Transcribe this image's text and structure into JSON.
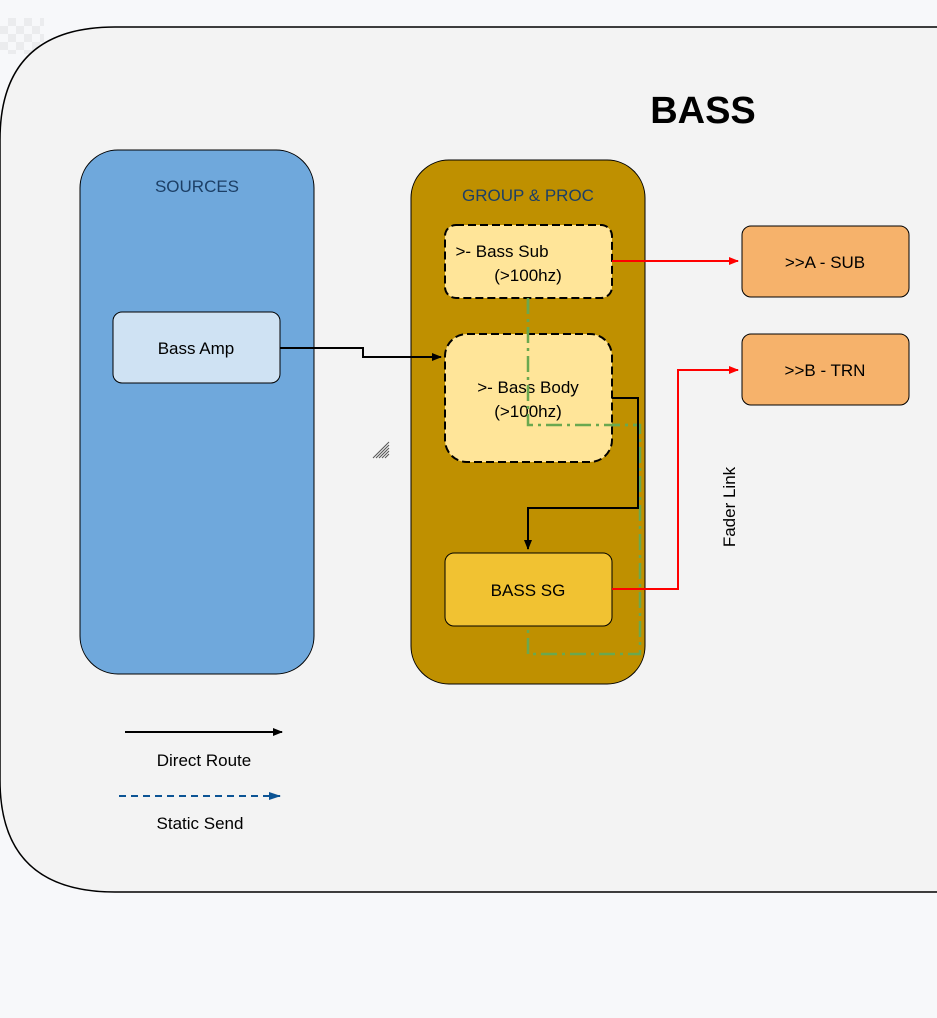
{
  "title": "BASS",
  "groups": {
    "sources": "SOURCES",
    "group_proc": "GROUP & PROC"
  },
  "nodes": {
    "bass_amp": "Bass Amp",
    "bass_sub_line1": ">- Bass Sub",
    "bass_sub_line2": "(>100hz)",
    "bass_body_line1": ">- Bass Body",
    "bass_body_line2": "(>100hz)",
    "bass_sg": "BASS SG",
    "out_a": ">>A - SUB",
    "out_b": ">>B - TRN"
  },
  "annotations": {
    "fader_link": "Fader Link"
  },
  "legend": {
    "direct_route": "Direct Route",
    "static_send": "Static Send"
  },
  "colors": {
    "sources_fill": "#6fa8dc",
    "group_fill": "#bf9000",
    "node_light": "#ffe599",
    "node_sg": "#f1c232",
    "output_fill": "#f6b26b",
    "amp_fill": "#cfe2f3",
    "red_route": "#ff0000",
    "fader_link_line": "#6aa84f",
    "static_send_line": "#0b5394"
  }
}
